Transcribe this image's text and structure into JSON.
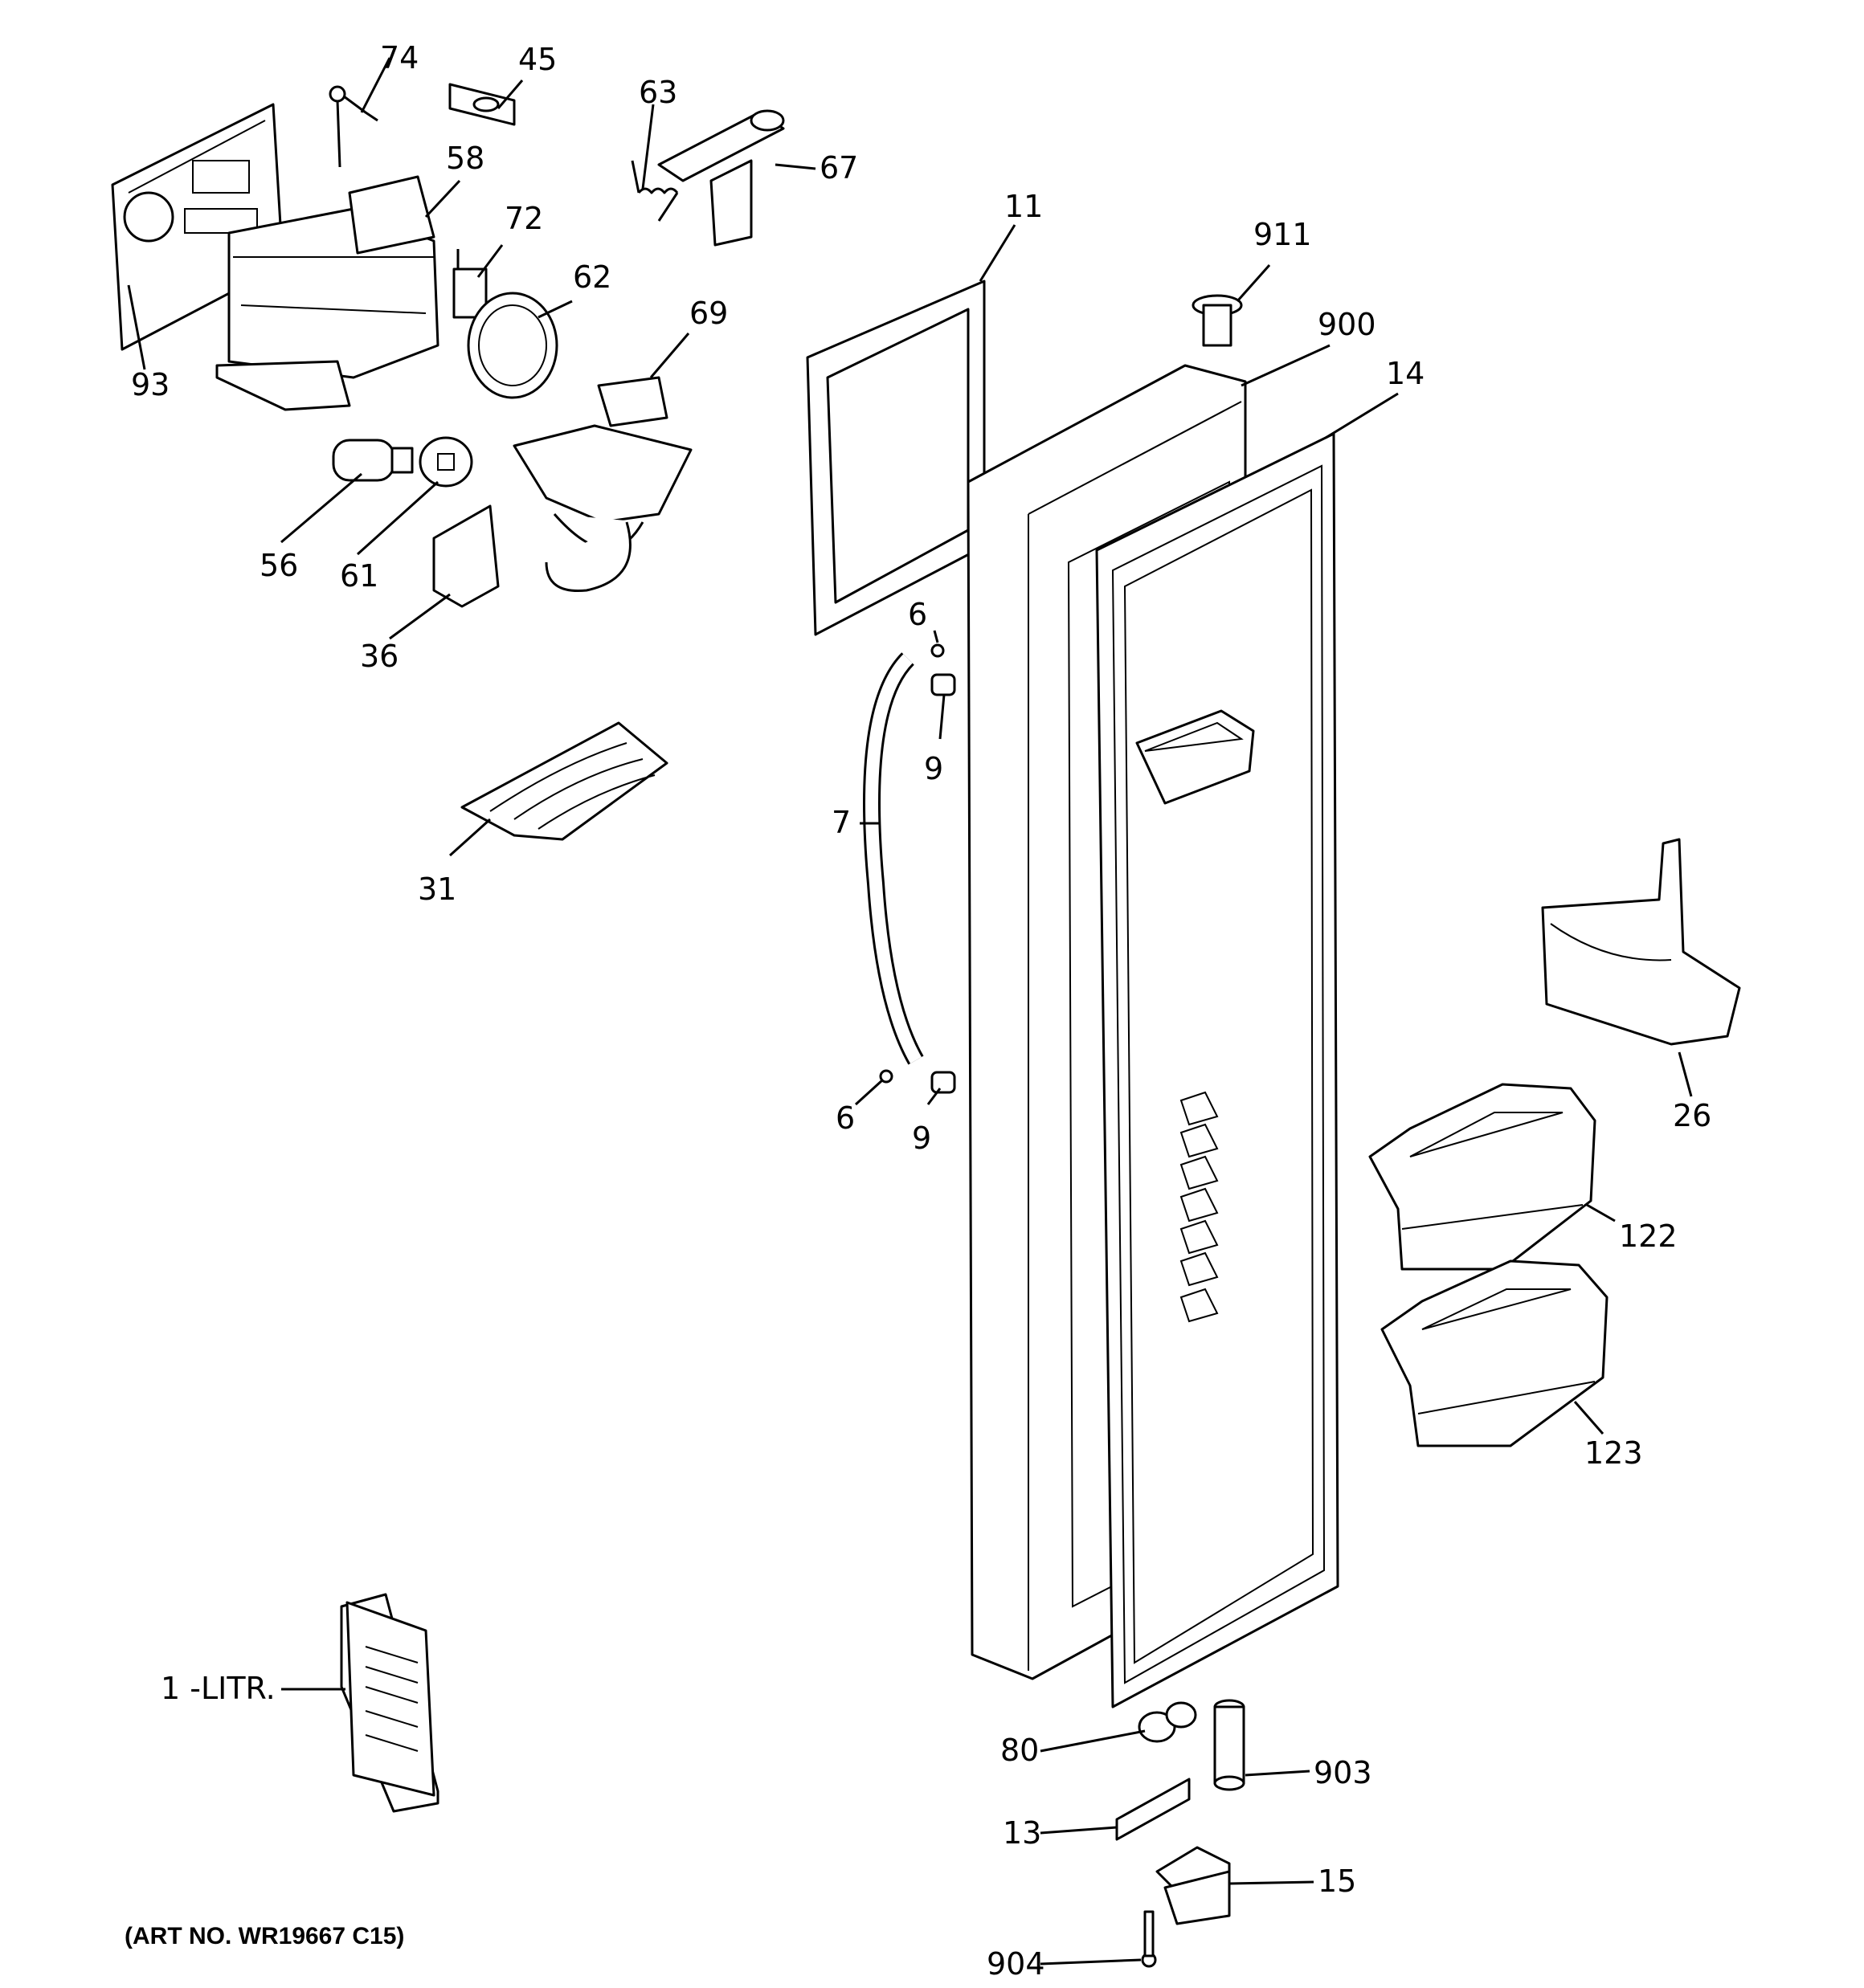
{
  "diagram": {
    "art_number": "(ART NO. WR19667 C15)",
    "callouts": [
      "74",
      "45",
      "63",
      "67",
      "58",
      "72",
      "62",
      "69",
      "93",
      "56",
      "61",
      "36",
      "31",
      "11",
      "911",
      "900",
      "14",
      "6",
      "9",
      "7",
      "6",
      "9",
      "26",
      "122",
      "123",
      "1 -LITR.",
      "80",
      "903",
      "13",
      "15",
      "904"
    ]
  },
  "colors": {
    "line": "#000000",
    "background": "#ffffff"
  }
}
